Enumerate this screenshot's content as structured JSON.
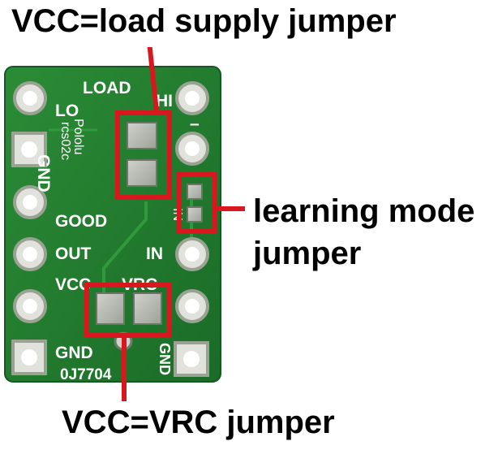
{
  "captions": {
    "load_supply": "VCC=load supply jumper",
    "learning_mode_line1": "learning mode",
    "learning_mode_line2": "jumper",
    "vcc_vrc": "VCC=VRC jumper"
  },
  "silkscreen": {
    "load": "LOAD",
    "lo": "LO",
    "hi": "HI",
    "gnd_left": "GND",
    "good": "GOOD",
    "out": "OUT",
    "in_pin": "IN",
    "vcc": "VCC",
    "vrc": "VRC",
    "gnd_bottom": "GND",
    "gnd_right": "GND",
    "brand": "Pololu",
    "model": "rcs02c",
    "part_code": "0J7704",
    "dash": "–",
    "in_vertical": "IN"
  },
  "colors": {
    "pcb_green": "#1f7a2c",
    "highlight_red": "#d8171f",
    "pad_metal": "#c8c8c2"
  }
}
